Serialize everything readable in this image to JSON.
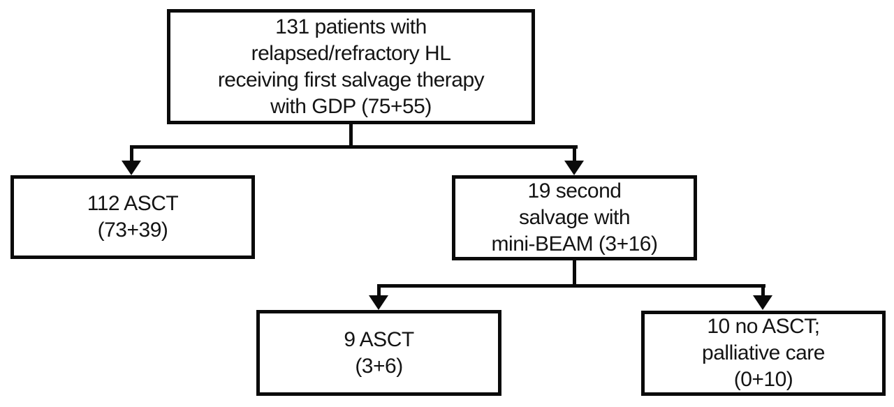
{
  "diagram": {
    "type": "patient-flow-chart",
    "colors": {
      "background": "#ffffff",
      "line": "#0a0a0a",
      "text": "#141414"
    },
    "nodes": {
      "root": {
        "lines": [
          "131 patients with",
          "relapsed/refractory HL",
          "receiving first salvage therapy",
          "with GDP (75+55)"
        ]
      },
      "asct_112": {
        "lines": [
          "112 ASCT",
          "(73+39)"
        ]
      },
      "second_salvage_19": {
        "lines": [
          "19 second",
          "salvage with",
          "mini-BEAM (3+16)"
        ]
      },
      "asct_9": {
        "lines": [
          "9 ASCT",
          "(3+6)"
        ]
      },
      "no_asct_10": {
        "lines": [
          "10 no ASCT;",
          "palliative care",
          "(0+10)"
        ]
      }
    },
    "edges": [
      {
        "from": "root",
        "to": "asct_112"
      },
      {
        "from": "root",
        "to": "second_salvage_19"
      },
      {
        "from": "second_salvage_19",
        "to": "asct_9"
      },
      {
        "from": "second_salvage_19",
        "to": "no_asct_10"
      }
    ]
  }
}
